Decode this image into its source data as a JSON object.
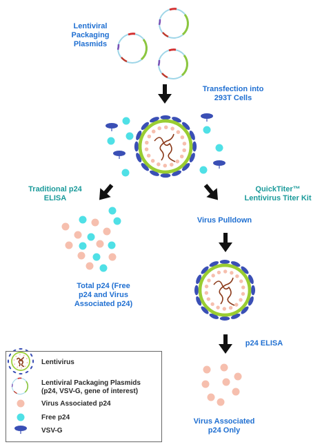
{
  "labels": {
    "plasmids": "Lentiviral\nPackaging\nPlasmids",
    "transfection": "Transfection into\n293T Cells",
    "traditional": "Traditional p24\nELISA",
    "quicktiter": "QuickTiter™\nLentivirus Titer Kit",
    "pulldown": "Virus Pulldown",
    "total_p24": "Total p24 (Free\np24 and Virus\nAssociated p24)",
    "p24_elisa": "p24 ELISA",
    "virus_assoc_only": "Virus Associated\np24 Only"
  },
  "legend": {
    "lentivirus": "Lentivirus",
    "plasmids": "Lentiviral Packaging Plasmids\n(p24, VSV-G, gene of interest)",
    "virus_p24": "Virus Associated p24",
    "free_p24": "Free p24",
    "vsvg": "VSV-G"
  },
  "colors": {
    "label_blue": "#1f6fd1",
    "label_teal": "#1a9a9a",
    "envelope_green": "#9acd32",
    "vsvg_blue": "#3a4fb5",
    "virus_p24": "#f6bfae",
    "free_p24": "#4fe0e6",
    "rna": "#8b3a1a",
    "plasmid_ring": "#9fd6e8",
    "arrow": "#111111"
  },
  "icons": [
    "plasmid-icon",
    "virion-icon",
    "vsvg-icon",
    "arrow-down-icon",
    "p24-dot-icon"
  ]
}
